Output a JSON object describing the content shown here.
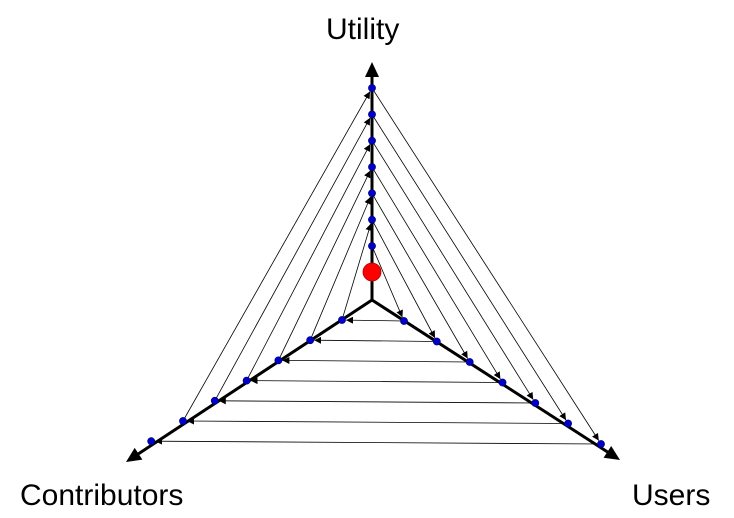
{
  "diagram": {
    "axes": [
      {
        "name": "utility",
        "label": "Utility"
      },
      {
        "name": "users",
        "label": "Users"
      },
      {
        "name": "contributors",
        "label": "Contributors"
      }
    ],
    "levels_per_axis": 7,
    "cycle_order": [
      "utility",
      "users",
      "contributors",
      "utility"
    ],
    "colors": {
      "axis": "#000000",
      "node": "#0000cc",
      "node_outline": "#000066",
      "center_marker": "#ff0000",
      "flow_line": "#000000",
      "background": "#ffffff"
    }
  }
}
